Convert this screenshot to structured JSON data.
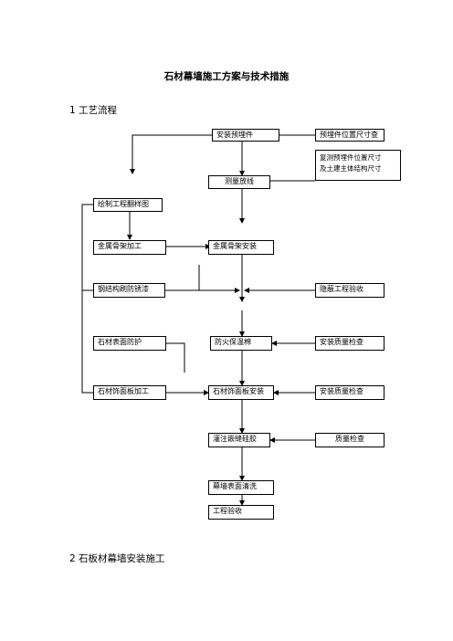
{
  "document": {
    "title": "石材幕墙施工方案与技术措施",
    "section1": "1  工艺流程",
    "section2": "2    石板材幕墙安装施工"
  },
  "flowchart": {
    "install_embed": "安装预埋件",
    "embed_check": "预埋件位置尺寸查",
    "recheck_note_line1": "复测预埋件位置尺寸",
    "recheck_note_line2": "及土建主体结构尺寸",
    "survey_layout": "测量放线",
    "draw_layout": "绘制工程翻样图",
    "metal_frame_fab": "金属骨架加工",
    "metal_frame_install": "金属骨架安装",
    "steel_antirust": "钢结构刷防锈漆",
    "hidden_acceptance": "隐蔽工程验收",
    "stone_protect": "石材表面防护",
    "fire_insulation": "防火保温棉",
    "quality_check_1": "安装质量检查",
    "stone_panel_fab": "石材饰面板加工",
    "stone_panel_install": "石材饰面板安装",
    "quality_check_2": "安装质量检查",
    "seal_glue": "灌注嵌缝硅胶",
    "quality_inspect": "质量检查",
    "surface_clean": "幕墙表面清洗",
    "acceptance": "工程验收"
  }
}
